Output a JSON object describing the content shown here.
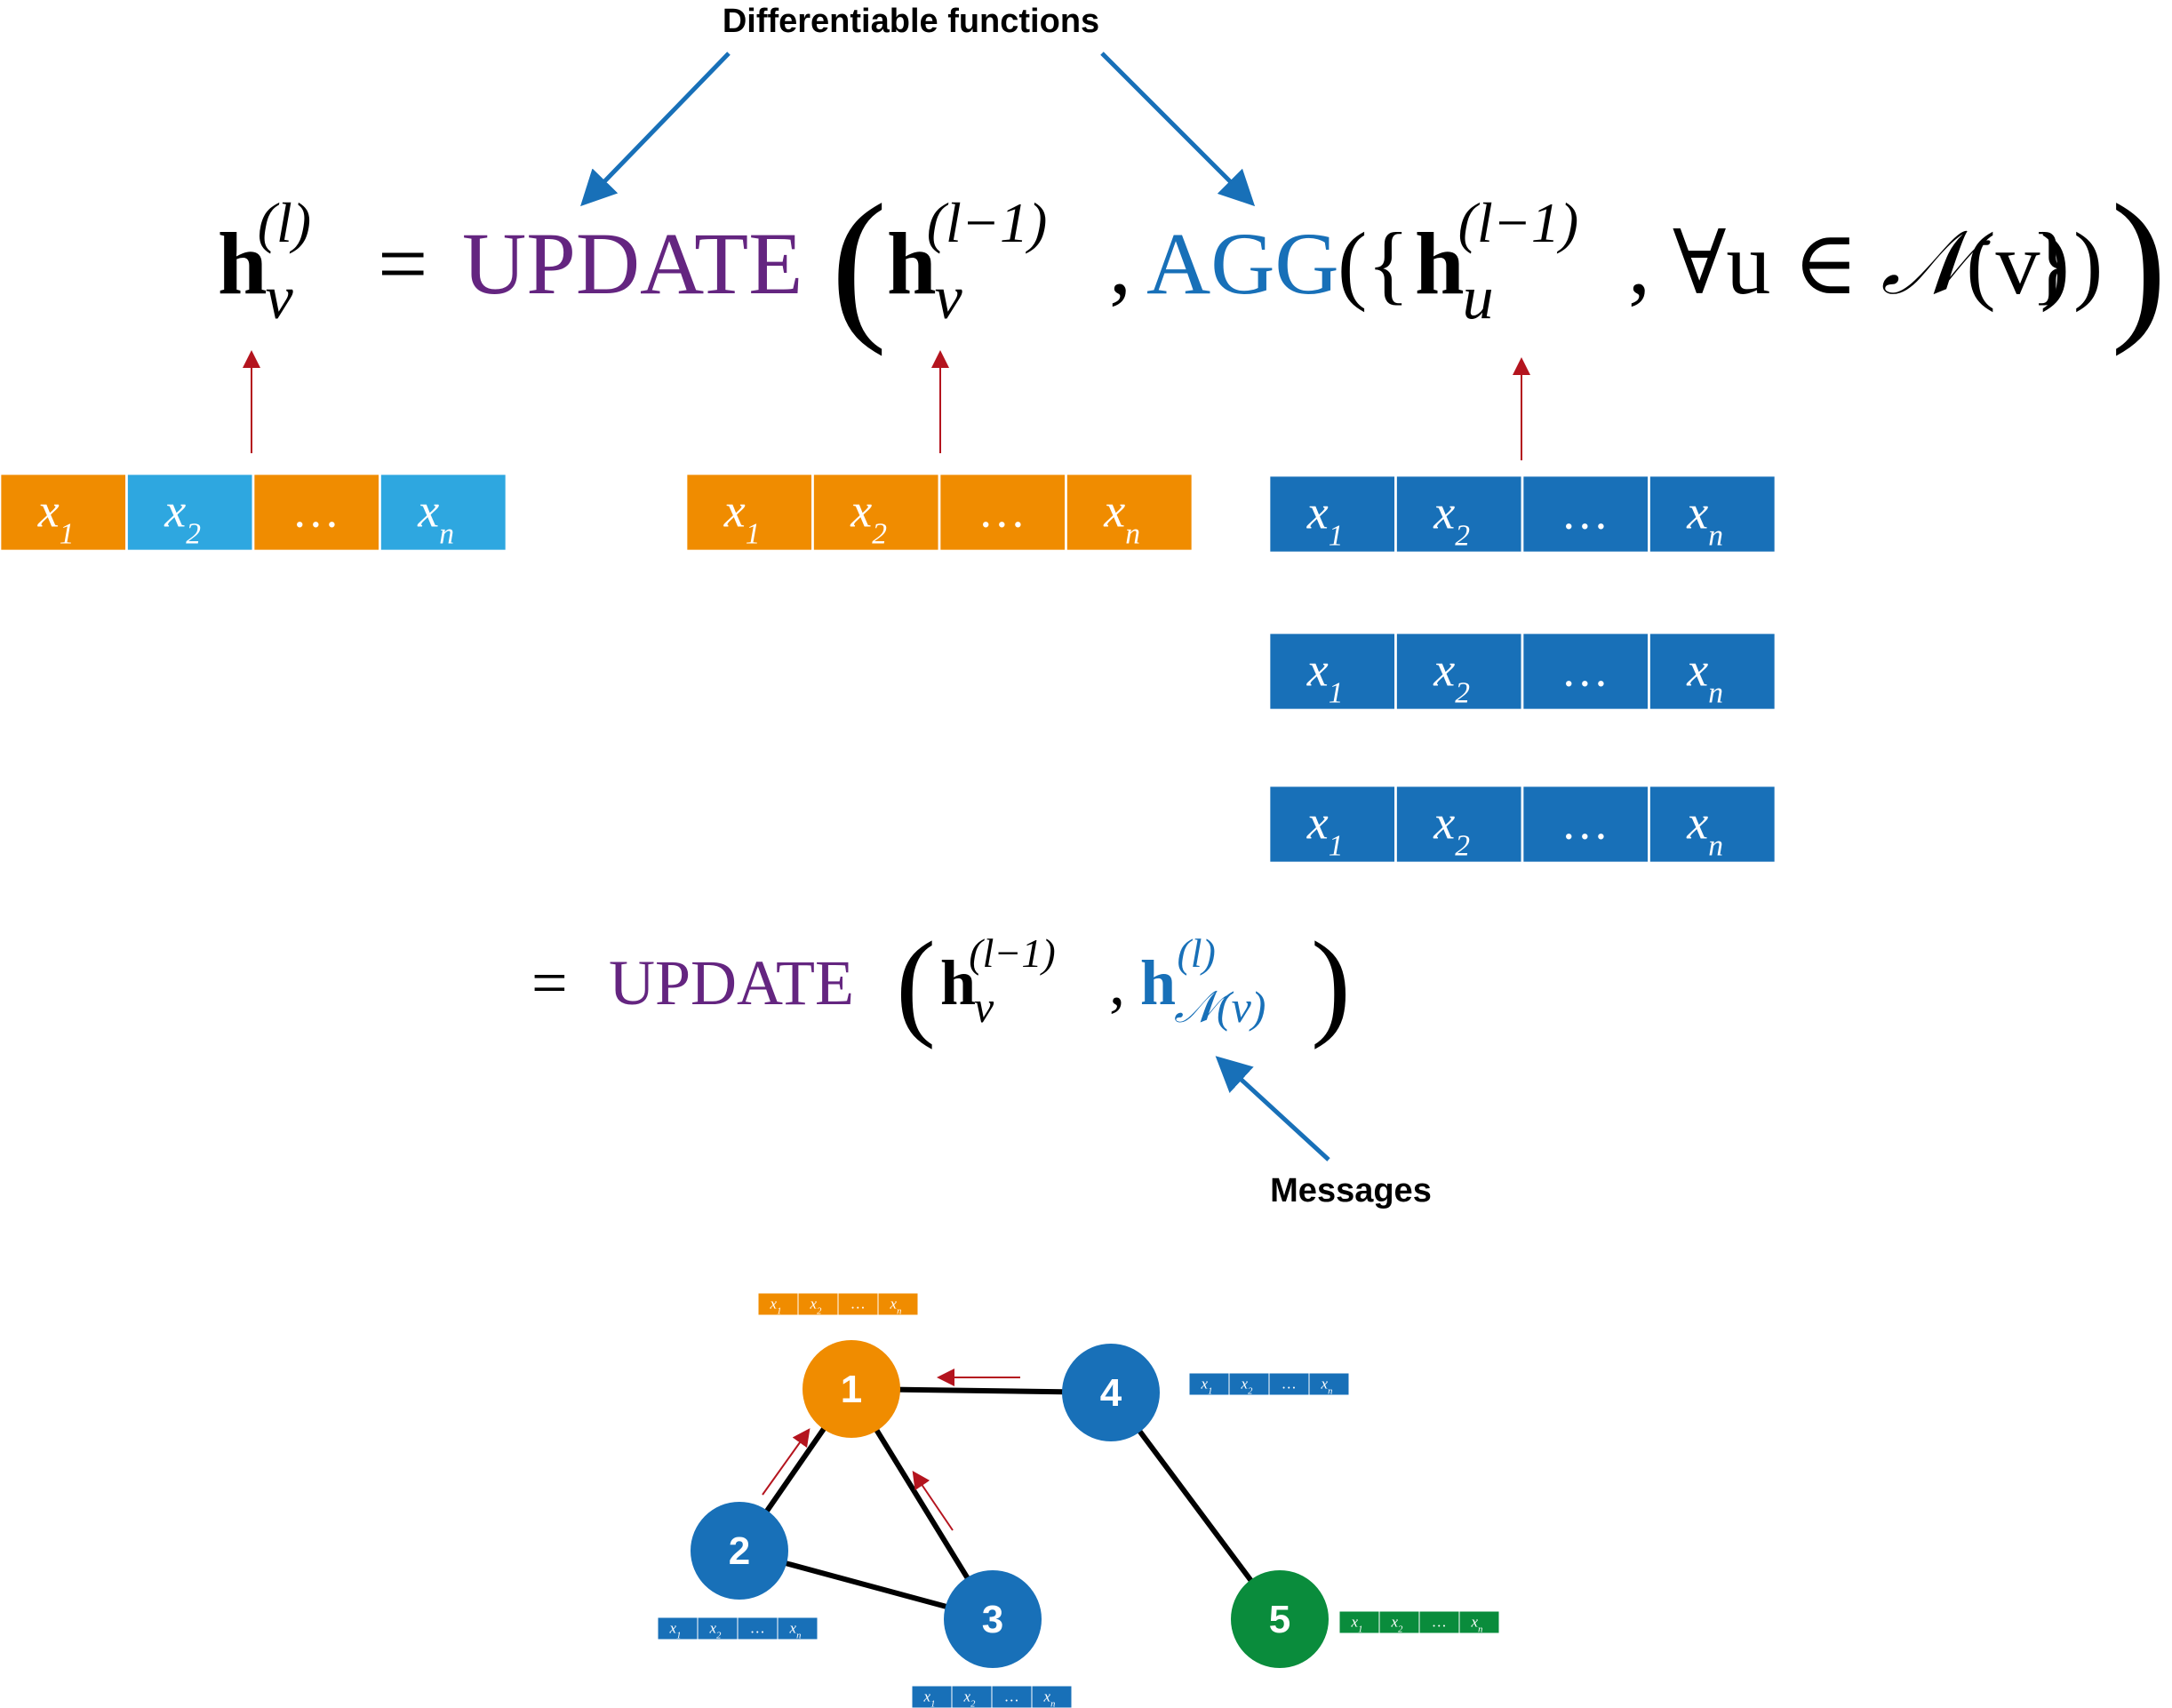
{
  "labels": {
    "top": "Differentiable functions",
    "bottom": "Messages"
  },
  "colors": {
    "purple": "#642580",
    "blue": "#1870b8",
    "orange": "#f08c00",
    "light_blue": "#2ea7e0",
    "green": "#0a8c3c",
    "red": "#b4141e",
    "black": "#000000"
  },
  "formula1": {
    "h": "h",
    "v": "v",
    "l": "(l)",
    "equals": "=",
    "update": "UPDATE",
    "open_paren": "(",
    "lm1": "(l−1)",
    "comma": ",",
    "agg": "AGG",
    "agg_open": "({",
    "u": "u",
    "forall": ", ∀u ∈ ",
    "N": "𝒩",
    "of_v": "(v)",
    "close": "})",
    "close_paren": ")"
  },
  "formula2": {
    "equals": "=",
    "update": "UPDATE",
    "open_paren": "(",
    "h": "h",
    "v": "v",
    "lm1": "(l−1)",
    "comma": ",",
    "h_msg": "h",
    "l": "(l)",
    "sub_N": "𝒩",
    "sub_v": "(v)",
    "close_paren": ")"
  },
  "vector_cells": [
    "x",
    "x",
    "…",
    "x"
  ],
  "vector_subs": [
    "1",
    "2",
    "",
    "n"
  ],
  "nodes": [
    {
      "id": "1",
      "color": "orange"
    },
    {
      "id": "2",
      "color": "blue"
    },
    {
      "id": "3",
      "color": "blue"
    },
    {
      "id": "4",
      "color": "blue"
    },
    {
      "id": "5",
      "color": "green"
    }
  ]
}
